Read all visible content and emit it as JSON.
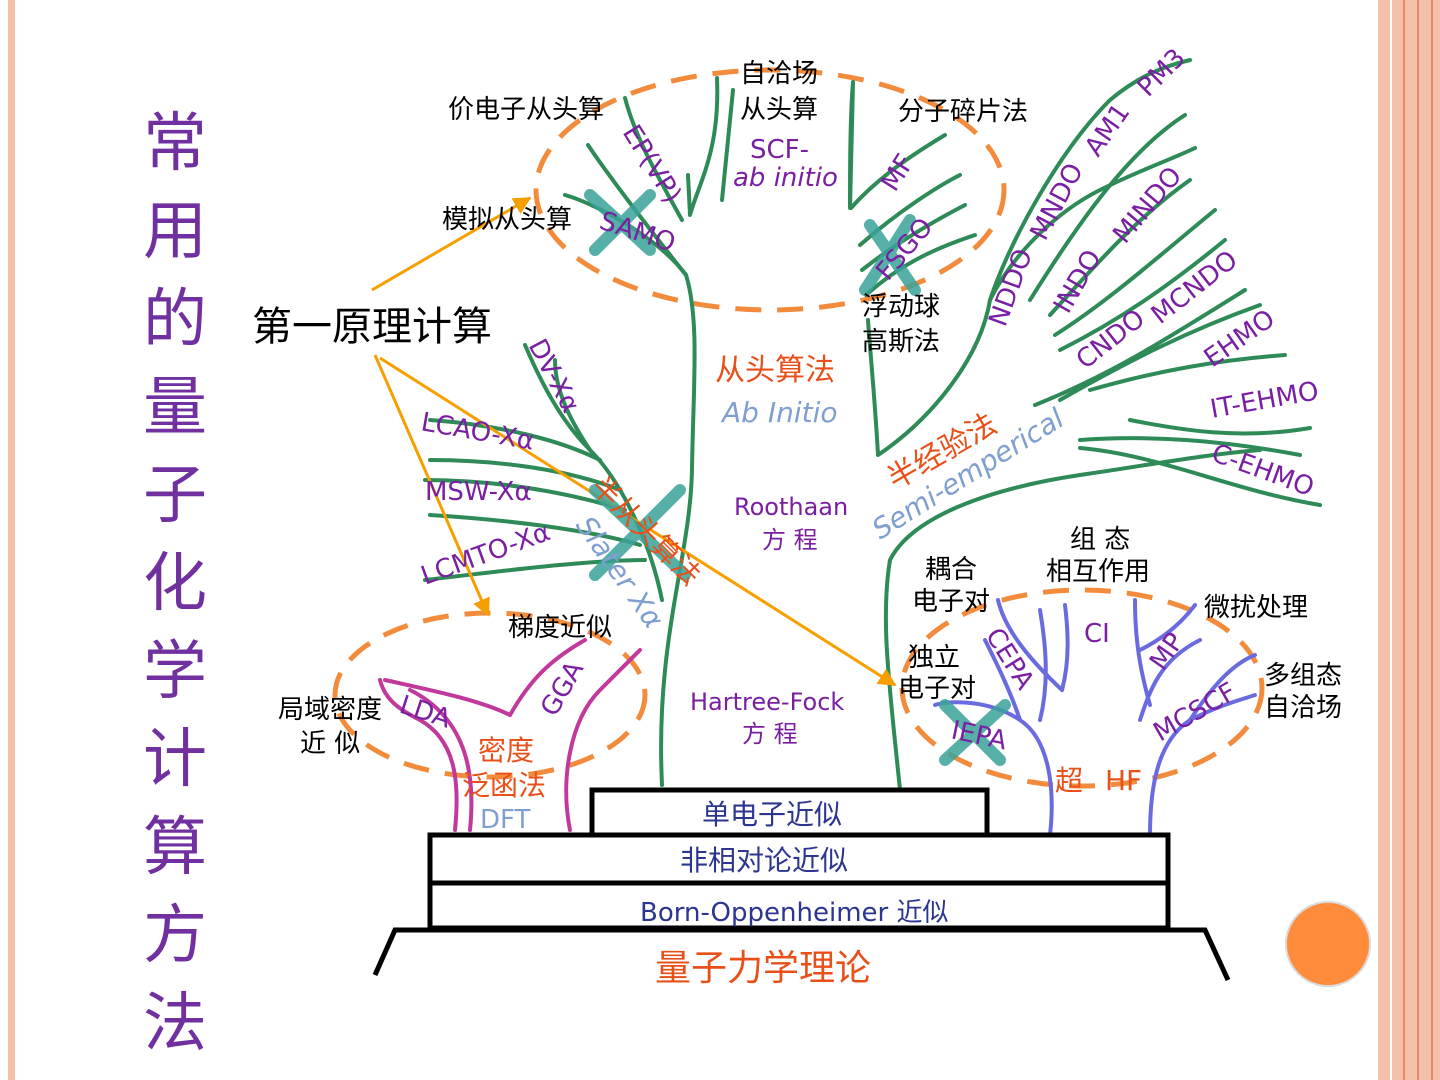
{
  "title_chars": [
    "常",
    "用",
    "的",
    "量",
    "子",
    "化",
    "学",
    "计",
    "算",
    "方",
    "法"
  ],
  "colors": {
    "green": "#2e8b57",
    "purple": "#7a1fa2",
    "orange_label": "#e8501a",
    "blue_label": "#7f9fd0",
    "magenta": "#c0399b",
    "violet": "#6b6be0",
    "navy": "#2c3590",
    "dash": "#f28c3c",
    "arrow": "#f5a000",
    "cross": "#3aa39a",
    "circle": "#ff8c3a",
    "border_band": "#f5c0a8"
  },
  "labels": {
    "first_principle": "第一原理计算",
    "jia_dianzi": "价电子从头算",
    "zi_qia_1": "自洽场",
    "zi_qia_2": "从头算",
    "fenzi": "分子碎片法",
    "mo_ni": "模拟从头算",
    "scf": "SCF-",
    "abinitio_it": "ab initio",
    "ep_vp": "EP(VP)",
    "samo": "SAMO",
    "mf": "MF",
    "fsgo": "FSGO",
    "fudong_1": "浮动球",
    "fudong_2": "高斯法",
    "cong_tou": "从头算法",
    "ab_initio": "Ab Initio",
    "roothaan": "Roothaan",
    "fangcheng": "方 程",
    "hf": "Hartree-Fock",
    "hf_fc": "方 程",
    "dvx": "DV-Xα",
    "lcao": "LCAO-Xα",
    "msw": "MSW-Xα",
    "lcmto": "LCMTO-Xα",
    "ban_cong": "半从头算法",
    "slater": "Slater Xα",
    "nddo": "NDDO",
    "mndo": "MNDO",
    "am1": "AM1",
    "pm3": "PM3",
    "indo": "INDO",
    "mindo": "MINDO",
    "cndo": "CNDO",
    "mcndo": "MCNDO",
    "ehmo": "EHMO",
    "it_ehmo": "IT-EHMO",
    "c_ehmo": "C-EHMO",
    "ban_jing": "半经验法",
    "semi": "Semi-emperical",
    "tidu": "梯度近似",
    "jubu_1": "局域密度",
    "jubu_2": "近 似",
    "lda": "LDA",
    "gga": "GGA",
    "midu_1": "密度",
    "midu_2": "泛函法",
    "dft": "DFT",
    "zu_1": "组 态",
    "zu_2": "相互作用",
    "ouhe_1": "耦合",
    "ouhe_2": "电子对",
    "weirao": "微扰处理",
    "duli_1": "独立",
    "duli_2": "电子对",
    "duozu_1": "多组态",
    "duozu_2": "自洽场",
    "cepa": "CEPA",
    "ci": "CI",
    "mp": "MP",
    "mcscf": "MCSCF",
    "iepa": "IEPA",
    "chao_hf_1": "超",
    "chao_hf_2": "HF",
    "dan_dianzi": "单电子近似",
    "fei_xiangdui": "非相对论近似",
    "born": "Born-Oppenheimer 近似",
    "liangzi": "量子力学理论"
  }
}
